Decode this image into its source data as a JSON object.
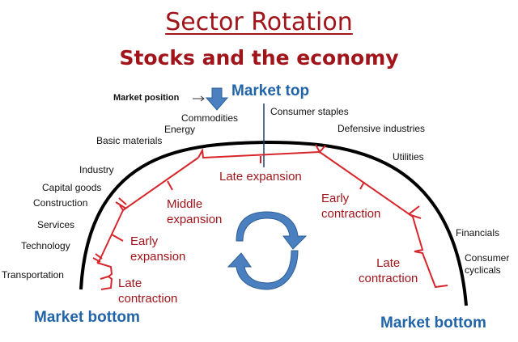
{
  "title": "Sector Rotation",
  "subtitle": "Stocks and the economy",
  "market_position_label": "Market position",
  "market_top": "Market top",
  "market_bottom_left": "Market bottom",
  "market_bottom_right": "Market bottom",
  "sectors": {
    "commodities": "Commodities",
    "energy": "Energy",
    "basic_materials": "Basic materials",
    "industry": "Industry",
    "capital_goods": "Capital goods",
    "construction": "Construction",
    "services": "Services",
    "technology": "Technology",
    "transportation": "Transportation",
    "consumer_staples": "Consumer staples",
    "defensive_industries": "Defensive industries",
    "utilities": "Utilities",
    "financials": "Financials",
    "consumer_cyclicals_1": "Consumer",
    "consumer_cyclicals_2": "cyclicals"
  },
  "phases": {
    "late_contraction_left": [
      "Late",
      "contraction"
    ],
    "early_expansion": [
      "Early",
      "expansion"
    ],
    "middle_expansion": [
      "Middle",
      "expansion"
    ],
    "late_expansion": "Late expansion",
    "early_contraction": [
      "Early",
      "contraction"
    ],
    "late_contraction_right": [
      "Late",
      "contraction"
    ]
  },
  "colors": {
    "title": "#a0141a",
    "phase": "#a0141a",
    "bracket": "#d7262b",
    "market": "#2264a8",
    "arrow": "#4a7fc0",
    "arc": "#000000"
  }
}
